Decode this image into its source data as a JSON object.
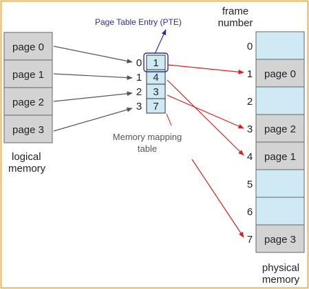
{
  "logical_memory": {
    "pages": [
      "page 0",
      "page 1",
      "page 2",
      "page 3"
    ],
    "caption": [
      "logical",
      "memory"
    ]
  },
  "page_table": {
    "indices": [
      "0",
      "1",
      "2",
      "3"
    ],
    "entries": [
      "1",
      "4",
      "3",
      "7"
    ],
    "caption": [
      "Memory mapping",
      "table"
    ],
    "pte_label": "Page Table Entry (PTE)"
  },
  "physical_memory": {
    "header": [
      "frame",
      "number"
    ],
    "frame_numbers": [
      "0",
      "1",
      "2",
      "3",
      "4",
      "5",
      "6",
      "7"
    ],
    "frames": [
      "",
      "page 0",
      "",
      "page 2",
      "page 1",
      "",
      "",
      "page 3"
    ],
    "caption": [
      "physical",
      "memory"
    ]
  },
  "colors": {
    "frame_border": "#e8b64a",
    "logical_page_fill": "#d3d3d3",
    "table_fill": "#cfe9f5",
    "free_frame_fill": "#cfe9f5",
    "used_frame_fill": "#d3d3d3",
    "dark_arrow": "#555555",
    "red_arrow": "#d62020",
    "pte_color": "#2b2f9e"
  }
}
